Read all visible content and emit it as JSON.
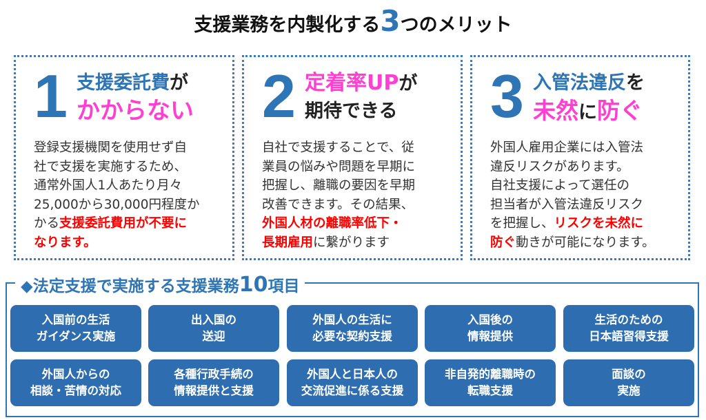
{
  "title": {
    "pre": "支援業務を内製化する",
    "num": "3",
    "post": "つのメリット"
  },
  "merits": [
    {
      "num": "1",
      "h1a": "支援委託費",
      "h1b": "が",
      "h2": "かからない",
      "lines": [
        "登録支援機関を使用せず自",
        "社で支援を実施するため、",
        "通常外国人1人あたり月々",
        "25,000から30,000円程度か"
      ],
      "l5a": "かる",
      "l5b": "支援委託費用が不要に",
      "l6": "なります。"
    },
    {
      "num": "2",
      "h1a": "定着率UP",
      "h1b": "が",
      "h2": "期待できる",
      "lines": [
        "自社で支援することで、従",
        "業員の悩みや問題を早期に",
        "把握し、離職の要因を早期",
        "改善できます。その結果、"
      ],
      "l5": "外国人材の離職率低下・",
      "l6a": "長期雇用",
      "l6b": "に繋がります"
    },
    {
      "num": "3",
      "h1a": "入管法違反",
      "h1b": "を",
      "h2a": "未然",
      "h2b": "に",
      "h2c": "防ぐ",
      "lines": [
        "外国人雇用企業には入管法",
        "違反リスクがあります。",
        "自社支援によって選任の",
        "担当者が入管法違反リスク"
      ],
      "l5a": "を把握し、",
      "l5b": "リスクを未然に",
      "l6a": "防ぐ",
      "l6b": "動きが可能になります。"
    }
  ],
  "section": {
    "pre": "◆法定支援で実施する支援業務",
    "num": "10",
    "post": "項目"
  },
  "items": [
    [
      "入国前の生活",
      "ガイダンス実施"
    ],
    [
      "出入国の",
      "送迎"
    ],
    [
      "外国人の生活に",
      "必要な契約支援"
    ],
    [
      "入国後の",
      "情報提供"
    ],
    [
      "生活のための",
      "日本語習得支援"
    ],
    [
      "外国人からの",
      "相談・苦情の対応"
    ],
    [
      "各種行政手続の",
      "情報提供と支援"
    ],
    [
      "外国人と日本人の",
      "交流促進に係る支援"
    ],
    [
      "非自発的離職時の",
      "転職支援"
    ],
    [
      "面談の",
      "実施"
    ]
  ]
}
